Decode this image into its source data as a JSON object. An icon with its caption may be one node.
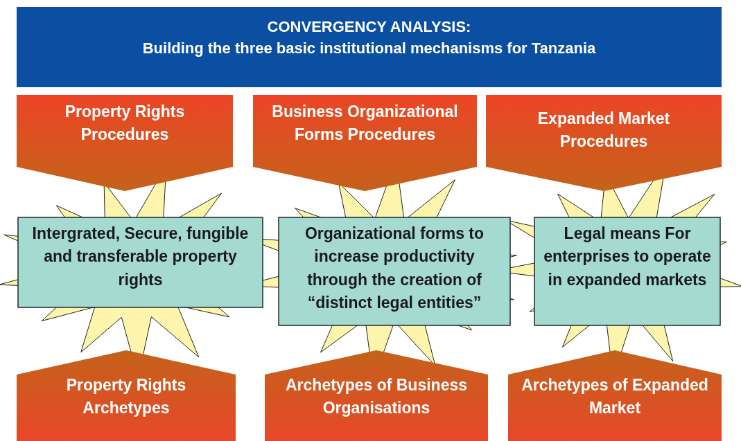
{
  "diagram": {
    "nodes": [
      {
        "text": [
          "CONVERGENCY ANALYSIS:",
          "Building the three basic institutional mechanisms for Tanzania"
        ]
      },
      {
        "text": [
          "Property Rights Procedures"
        ]
      },
      {
        "text": [
          "Business Organizational Forms Procedures"
        ]
      },
      {
        "text": [
          "Expanded Market Procedures"
        ]
      },
      {
        "text": [
          "Intergrated, Secure, fungible and transferable property rights"
        ]
      },
      {
        "text": [
          "Organizational forms to increase productivity through the creation of “distinct legal entities”"
        ]
      },
      {
        "text": [
          "Legal means For enterprises to operate in expanded markets"
        ]
      },
      {
        "text": [
          "Property Rights Archetypes"
        ]
      },
      {
        "text": [
          "Archetypes of Business Organisations"
        ]
      },
      {
        "text": [
          "Archetypes of Expanded Market"
        ]
      }
    ]
  }
}
